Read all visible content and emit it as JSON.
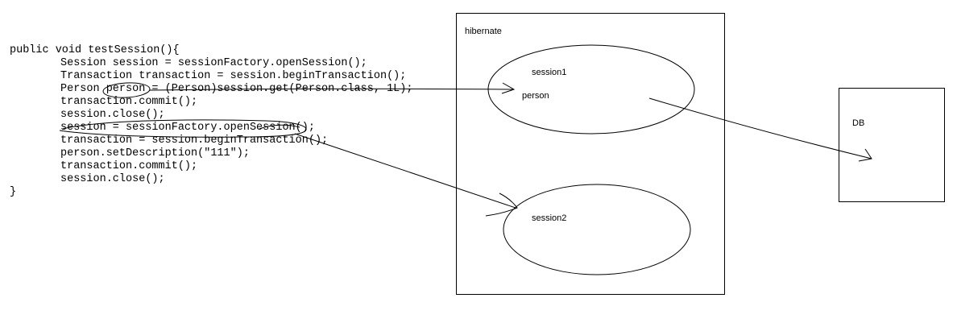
{
  "code": {
    "lines": [
      "public void testSession(){",
      "Session session = sessionFactory.openSession();",
      "Transaction transaction = session.beginTransaction();",
      "Person person = (Person)session.get(Person.class, 1L);",
      "transaction.commit();",
      "session.close();",
      "session = sessionFactory.openSession();",
      "transaction = session.beginTransaction();",
      "person.setDescription(\"111\");",
      "transaction.commit();",
      "session.close();",
      "}"
    ]
  },
  "hibernate": {
    "label": "hibernate",
    "session1": {
      "label": "session1",
      "object_label": "person"
    },
    "session2": {
      "label": "session2"
    }
  },
  "db": {
    "label": "DB"
  },
  "colors": {
    "ink": "#000000",
    "background": "#ffffff"
  }
}
